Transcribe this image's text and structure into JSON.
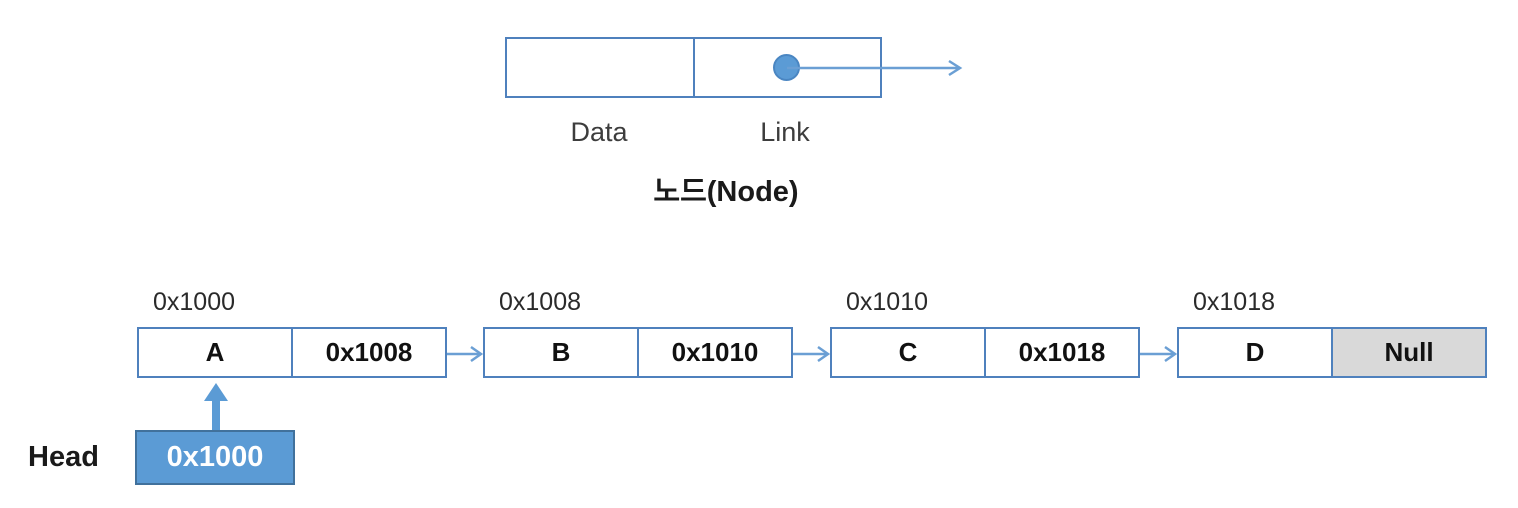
{
  "node_diagram": {
    "data_label": "Data",
    "link_label": "Link",
    "caption": "노드(Node)"
  },
  "head": {
    "label": "Head",
    "value": "0x1000"
  },
  "list": {
    "nodes": [
      {
        "address": "0x1000",
        "data": "A",
        "link": "0x1008"
      },
      {
        "address": "0x1008",
        "data": "B",
        "link": "0x1010"
      },
      {
        "address": "0x1010",
        "data": "C",
        "link": "0x1018"
      },
      {
        "address": "0x1018",
        "data": "D",
        "link": "Null"
      }
    ]
  },
  "icons": {
    "link_pointer_dot": "blue-filled-circle",
    "link_pointer_arrow": "right-arrow",
    "next_pointer_arrow": "right-arrow",
    "head_pointer_arrow": "up-arrow"
  },
  "colors": {
    "accent_blue": "#5b9bd5",
    "border_blue": "#4f81bd",
    "head_border_blue": "#41719c",
    "null_gray": "#d9d9d9",
    "text_dark": "#1a1a1a",
    "text_white": "#ffffff"
  }
}
